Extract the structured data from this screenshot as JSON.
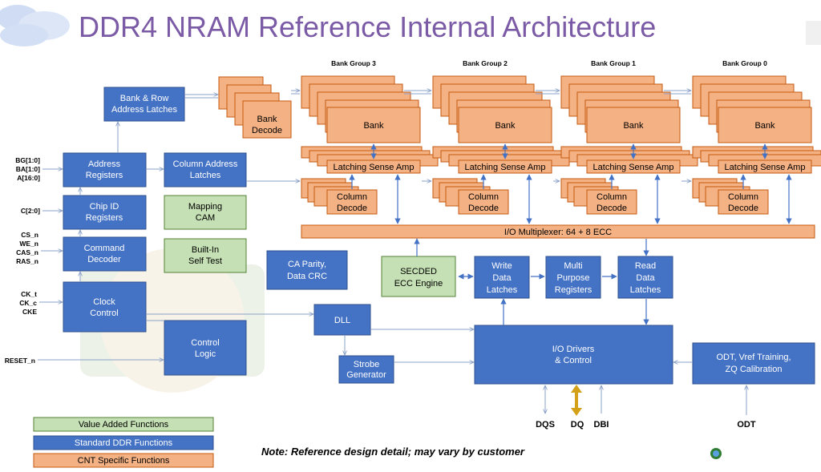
{
  "title": "DDR4 NRAM Reference Internal Architecture",
  "bank_groups": [
    "Bank Group 3",
    "Bank Group 2",
    "Bank Group 1",
    "Bank Group 0"
  ],
  "bank_label": "Bank",
  "sense_amp_label": "Latching Sense Amp",
  "column_decode": [
    "Column",
    "Decode"
  ],
  "bank_decode": [
    "Bank",
    "Decode"
  ],
  "io_mux": "I/O Multiplexer: 64 + 8 ECC",
  "blocks": {
    "bank_row_latches": [
      "Bank & Row",
      "Address Latches"
    ],
    "address_registers": [
      "Address",
      "Registers"
    ],
    "column_address_latches": [
      "Column Address",
      "Latches"
    ],
    "chip_id_registers": [
      "Chip ID",
      "Registers"
    ],
    "mapping_cam": [
      "Mapping",
      "CAM"
    ],
    "command_decoder": [
      "Command",
      "Decoder"
    ],
    "built_in_self_test": [
      "Built-In",
      "Self Test"
    ],
    "ca_parity": [
      "CA Parity,",
      "Data CRC"
    ],
    "clock_control": [
      "Clock",
      "Control"
    ],
    "control_logic": [
      "Control",
      "Logic"
    ],
    "dll": "DLL",
    "strobe_generator": [
      "Strobe",
      "Generator"
    ],
    "secded": [
      "SECDED",
      "ECC Engine"
    ],
    "write_latches": [
      "Write",
      "Data",
      "Latches"
    ],
    "multi_purpose": [
      "Multi",
      "Purpose",
      "Registers"
    ],
    "read_latches": [
      "Read",
      "Data",
      "Latches"
    ],
    "io_drivers": [
      "I/O Drivers",
      "& Control"
    ],
    "odt_vref": [
      "ODT, Vref Training,",
      "ZQ Calibration"
    ]
  },
  "pins": {
    "bg": "BG[1:0]",
    "ba": "BA[1:0]",
    "a": "A[16:0]",
    "c": "C[2:0]",
    "cs": "CS_n",
    "we": "WE_n",
    "cas": "CAS_n",
    "ras": "RAS_n",
    "ck_t": "CK_t",
    "ck_c": "CK_c",
    "cke": "CKE",
    "reset": "RESET_n",
    "dqs": "DQS",
    "dq": "DQ",
    "dbi": "DBI",
    "odt": "ODT"
  },
  "legend": {
    "value_added": "Value Added Functions",
    "standard": "Standard DDR Functions",
    "cnt": "CNT Specific Functions"
  },
  "note": "Note: Reference design detail; may vary by customer",
  "colors": {
    "standard": "#4472c4",
    "cnt_specific": "#f4b183",
    "value_added": "#c5e0b4",
    "title": "#7b5aa6",
    "dq_arrow": "#d4a017"
  }
}
